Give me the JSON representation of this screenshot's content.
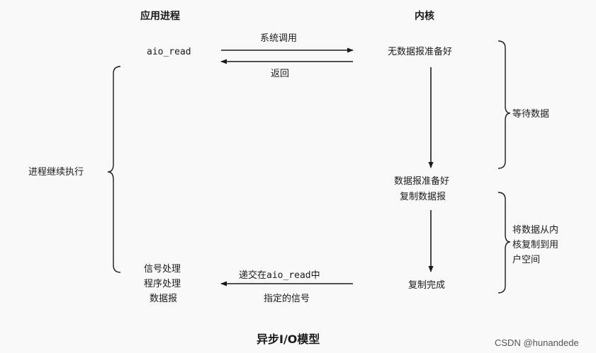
{
  "headers": {
    "app": "应用进程",
    "kernel": "内核"
  },
  "app_side": {
    "call": "aio_read",
    "continue": "进程继续执行",
    "signal_lines": [
      "信号处理",
      "程序处理",
      "数据报"
    ]
  },
  "arrows": {
    "syscall": "系统调用",
    "return": "返回",
    "deliver_prefix": "递交在",
    "deliver_mono": "aio_read",
    "deliver_suffix": "中",
    "deliver_line2": "指定的信号"
  },
  "kernel_side": {
    "no_data": "无数据报准备好",
    "ready": "数据报准备好",
    "copy": "复制数据报",
    "done": "复制完成"
  },
  "phases": {
    "wait": "等待数据",
    "copy_lines": [
      "将数据从内",
      "核复制到用",
      "户空间"
    ]
  },
  "caption": "异步I/O模型",
  "watermark": "CSDN @hunandede"
}
